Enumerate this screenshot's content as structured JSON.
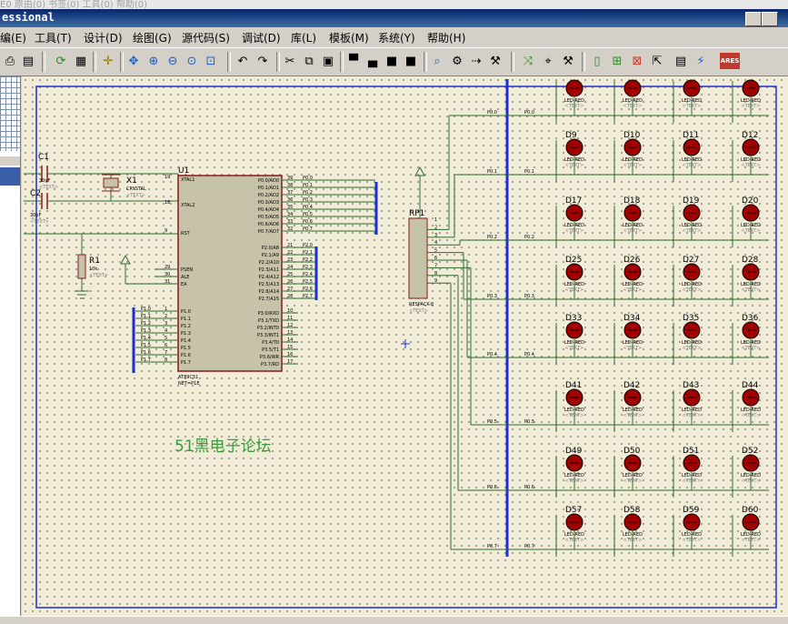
{
  "window": {
    "title": "essional",
    "ghost_text": "E0    原由(0)    书签(0)    工具(0)    帮助(0)"
  },
  "menu": {
    "items": [
      "编(E)",
      "工具(T)",
      "设计(D)",
      "绘图(G)",
      "源代码(S)",
      "调试(D)",
      "库(L)",
      "模板(M)",
      "系统(Y)",
      "帮助(H)"
    ]
  },
  "schematic": {
    "watermark": "51黑电子论坛",
    "c1": {
      "ref": "C1",
      "value": "30pF",
      "text": "<TEXT>"
    },
    "c2": {
      "ref": "C2",
      "value": "30pF",
      "text": "<TEXT>"
    },
    "x1": {
      "ref": "X1",
      "value": "CRYSTAL",
      "text": "<TEXT>"
    },
    "r1": {
      "ref": "R1",
      "value": "10k",
      "text": "<TEXT>"
    },
    "u1": {
      "ref": "U1",
      "part": "AT89C51",
      "net": "NET=P1E",
      "left_top": [
        {
          "num": "19",
          "name": "XTAL1"
        },
        {
          "num": "18",
          "name": "XTAL2"
        },
        {
          "num": "9",
          "name": "RST"
        }
      ],
      "left_mid": [
        {
          "num": "29",
          "name": "PSEN"
        },
        {
          "num": "30",
          "name": "ALE"
        },
        {
          "num": "31",
          "name": "EA"
        }
      ],
      "left_p1": [
        {
          "num": "1",
          "name": "P1.0",
          "net": "P1.0"
        },
        {
          "num": "2",
          "name": "P1.1",
          "net": "P1.1"
        },
        {
          "num": "3",
          "name": "P1.2",
          "net": "P1.2"
        },
        {
          "num": "4",
          "name": "P1.3",
          "net": "P1.3"
        },
        {
          "num": "5",
          "name": "P1.4",
          "net": "P1.4"
        },
        {
          "num": "6",
          "name": "P1.5",
          "net": "P1.5"
        },
        {
          "num": "7",
          "name": "P1.6",
          "net": "P1.6"
        },
        {
          "num": "8",
          "name": "P1.7",
          "net": "P1.7"
        }
      ],
      "right_p0": [
        {
          "num": "39",
          "name": "P0.0/AD0",
          "net": "P0.0"
        },
        {
          "num": "38",
          "name": "P0.1/AD1",
          "net": "P0.1"
        },
        {
          "num": "37",
          "name": "P0.2/AD2",
          "net": "P0.2"
        },
        {
          "num": "36",
          "name": "P0.3/AD3",
          "net": "P0.3"
        },
        {
          "num": "35",
          "name": "P0.4/AD4",
          "net": "P0.4"
        },
        {
          "num": "34",
          "name": "P0.5/AD5",
          "net": "P0.5"
        },
        {
          "num": "33",
          "name": "P0.6/AD6",
          "net": "P0.6"
        },
        {
          "num": "32",
          "name": "P0.7/AD7",
          "net": "P0.7"
        }
      ],
      "right_p2": [
        {
          "num": "21",
          "name": "P2.0/A8",
          "net": "P2.0"
        },
        {
          "num": "22",
          "name": "P2.1/A9",
          "net": "P2.1"
        },
        {
          "num": "23",
          "name": "P2.2/A10",
          "net": "P2.2"
        },
        {
          "num": "24",
          "name": "P2.3/A11",
          "net": "P2.3"
        },
        {
          "num": "25",
          "name": "P2.4/A12",
          "net": "P2.4"
        },
        {
          "num": "26",
          "name": "P2.5/A13",
          "net": "P2.5"
        },
        {
          "num": "27",
          "name": "P2.6/A14",
          "net": "P2.6"
        },
        {
          "num": "28",
          "name": "P2.7/A15",
          "net": "P2.7"
        }
      ],
      "right_p3": [
        {
          "num": "10",
          "name": "P3.0/RXD"
        },
        {
          "num": "11",
          "name": "P3.1/TXD"
        },
        {
          "num": "12",
          "name": "P3.2/INT0"
        },
        {
          "num": "13",
          "name": "P3.3/INT1"
        },
        {
          "num": "14",
          "name": "P3.4/T0"
        },
        {
          "num": "15",
          "name": "P3.5/T1"
        },
        {
          "num": "16",
          "name": "P3.6/WR"
        },
        {
          "num": "17",
          "name": "P3.7/RD"
        }
      ]
    },
    "rp1": {
      "ref": "RP1",
      "part": "RESPACK-8",
      "text": "<TEXT>",
      "pins": [
        "1",
        "2",
        "3",
        "4",
        "5",
        "6",
        "7",
        "8",
        "9"
      ]
    },
    "row_nets": [
      "P0.0",
      "P0.1",
      "P0.2",
      "P0.3",
      "P0.4",
      "P0.5",
      "P0.6",
      "P0.7"
    ],
    "led_rows": [
      {
        "refs": [
          "",
          "",
          "",
          ""
        ]
      },
      {
        "refs": [
          "D9",
          "D10",
          "D11",
          "D12"
        ]
      },
      {
        "refs": [
          "D17",
          "D18",
          "D19",
          "D20"
        ]
      },
      {
        "refs": [
          "D25",
          "D26",
          "D27",
          "D28"
        ]
      },
      {
        "refs": [
          "D33",
          "D34",
          "D35",
          "D36"
        ]
      },
      {
        "refs": [
          "D41",
          "D42",
          "D43",
          "D44"
        ]
      },
      {
        "refs": [
          "D49",
          "D50",
          "D51",
          "D52"
        ]
      },
      {
        "refs": [
          "D57",
          "D58",
          "D59",
          "D60"
        ]
      }
    ],
    "led_part": "LED-RED",
    "led_text": "<TEXT>"
  },
  "colors": {
    "wire": "#2e6b2e",
    "bus": "#1a2fd0",
    "part_border": "#8b1a1a",
    "part_fill": "#c7c3a8",
    "led_body": "#a00000",
    "watermark": "#3c9a3c"
  }
}
